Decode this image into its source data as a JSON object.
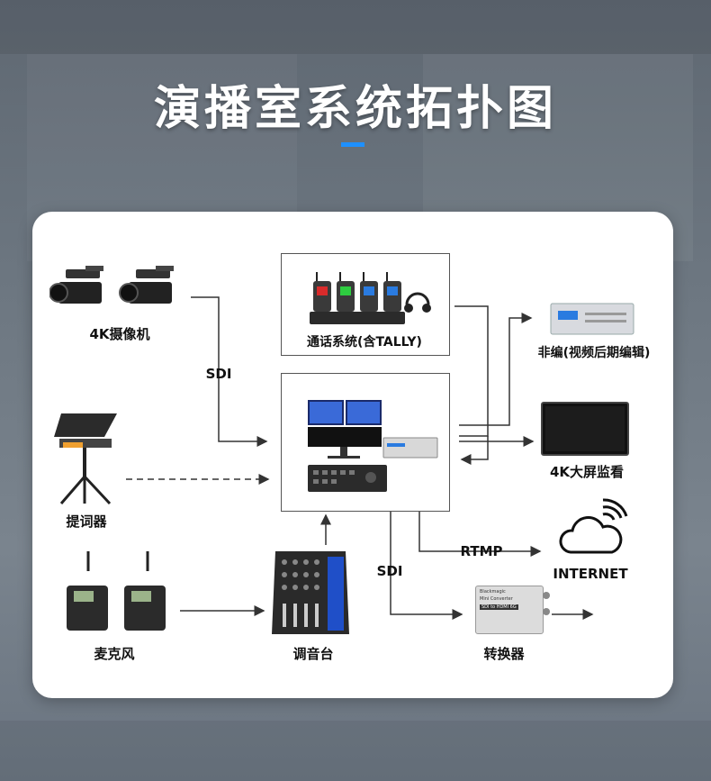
{
  "page": {
    "title": "演播室系统拓扑图",
    "accent_color": "#1e90ff"
  },
  "labels": {
    "camera": "4K摄像机",
    "intercom": "通话系统(含TALLY)",
    "nle": "非编(视频后期编辑)",
    "monitor": "4K大屏监看",
    "prompter": "提词器",
    "mic": "麦克风",
    "mixer": "调音台",
    "converter": "转换器",
    "internet": "INTERNET",
    "sdi_left": "SDI",
    "sdi_bottom": "SDI",
    "rtmp": "RTMP"
  },
  "device_text": {
    "converter_brand": "Blackmagic",
    "converter_name": "Mini Converter",
    "converter_model": "SDI to HDMI 6G"
  },
  "icons": [
    "camcorder-icon",
    "intercom-icon",
    "server-rack-icon",
    "monitor-icon",
    "teleprompter-icon",
    "wireless-mic-icon",
    "audio-mixer-icon",
    "converter-icon",
    "cloud-wifi-icon",
    "switcher-console-icon"
  ]
}
